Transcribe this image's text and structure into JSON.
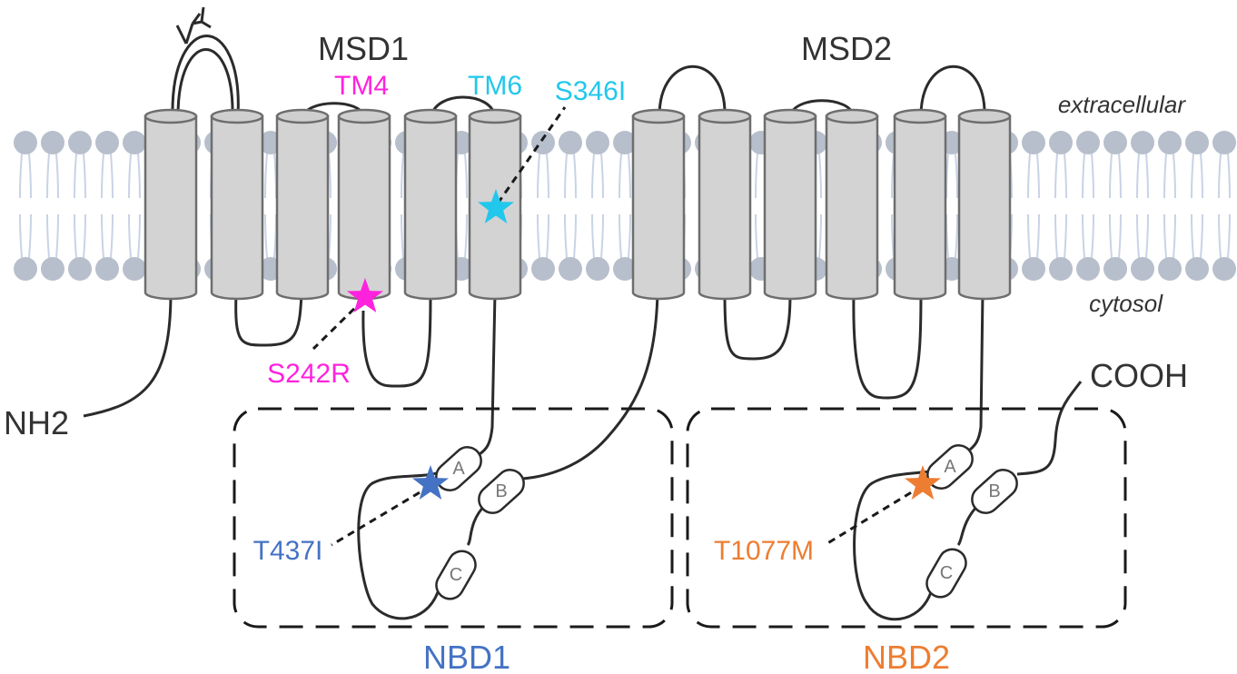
{
  "labels": {
    "msd1": "MSD1",
    "msd2": "MSD2",
    "tm4": "TM4",
    "tm6": "TM6",
    "extracellular": "extracellular",
    "cytosol": "cytosol",
    "nh2": "NH2",
    "cooh": "COOH",
    "nbd1": "NBD1",
    "nbd2": "NBD2"
  },
  "motifs": {
    "a": "A",
    "b": "B",
    "c": "C"
  },
  "mutations": {
    "s346i": "S346I",
    "s242r": "S242R",
    "t437i": "T437I",
    "t1077m": "T1077M"
  },
  "colors": {
    "text": "#333333",
    "membrane_head": "#b7bfcc",
    "membrane_tail": "#c9d3e6",
    "magenta": "#ff22dd",
    "cyan": "#22c7ec",
    "blue": "#4472c4",
    "orange": "#ed7d31"
  }
}
